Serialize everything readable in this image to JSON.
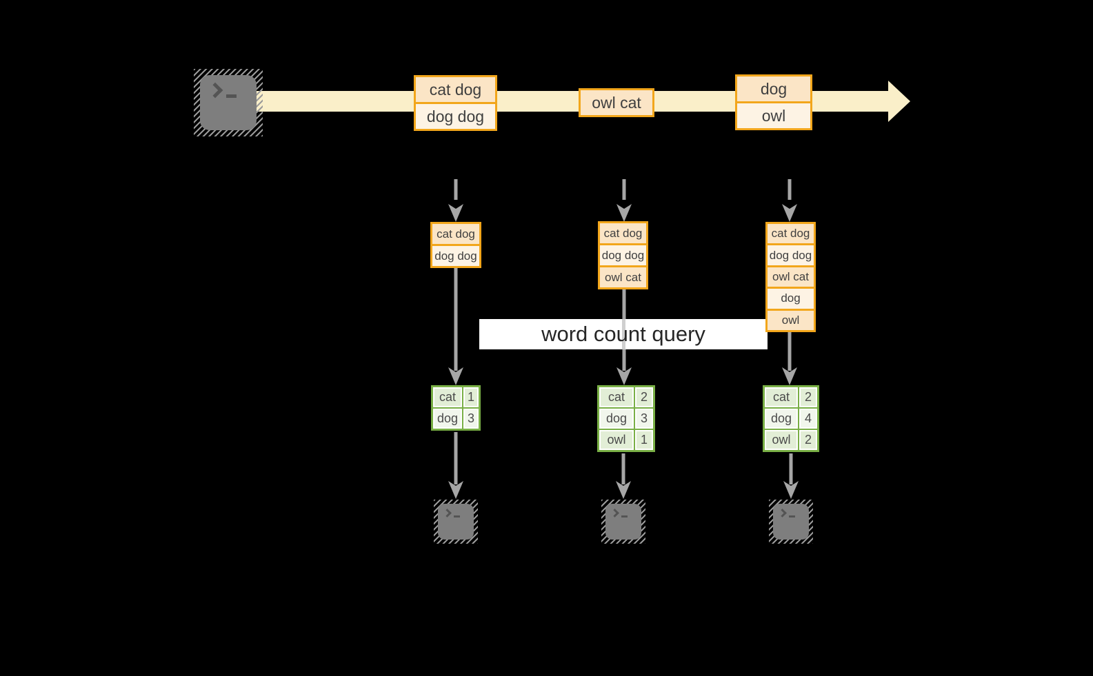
{
  "query": {
    "label": "word count query"
  },
  "stream": {
    "icon": "terminal-icon",
    "batches": [
      {
        "lines": [
          "cat dog",
          "dog dog"
        ]
      },
      {
        "lines": [
          "owl cat"
        ]
      },
      {
        "lines": [
          "dog",
          "owl"
        ]
      }
    ]
  },
  "columns": [
    {
      "buffer": [
        "cat dog",
        "dog dog"
      ],
      "counts": [
        {
          "word": "cat",
          "count": "1"
        },
        {
          "word": "dog",
          "count": "3"
        }
      ],
      "sink_icon": "terminal-icon"
    },
    {
      "buffer": [
        "cat dog",
        "dog dog",
        "owl cat"
      ],
      "counts": [
        {
          "word": "cat",
          "count": "2"
        },
        {
          "word": "dog",
          "count": "3"
        },
        {
          "word": "owl",
          "count": "1"
        }
      ],
      "sink_icon": "terminal-icon"
    },
    {
      "buffer": [
        "cat dog",
        "dog dog",
        "owl cat",
        "dog",
        "owl"
      ],
      "counts": [
        {
          "word": "cat",
          "count": "2"
        },
        {
          "word": "dog",
          "count": "4"
        },
        {
          "word": "owl",
          "count": "2"
        }
      ],
      "sink_icon": "terminal-icon"
    }
  ],
  "colors": {
    "background": "#000000",
    "stream_band": "#FAEFC9",
    "orange_border": "#F2A61B",
    "cell_peach": "#FBE5C6",
    "cell_cream": "#FDF3E4",
    "green_border": "#79AF45",
    "green_cell": "#E2EED6",
    "green_cell_alt": "#F1F6EC",
    "arrow_gray": "#A6A6A6",
    "icon_gray": "#7E7E7E",
    "query_band": "#FFFFFF",
    "text_dark": "#3F3F3F"
  }
}
